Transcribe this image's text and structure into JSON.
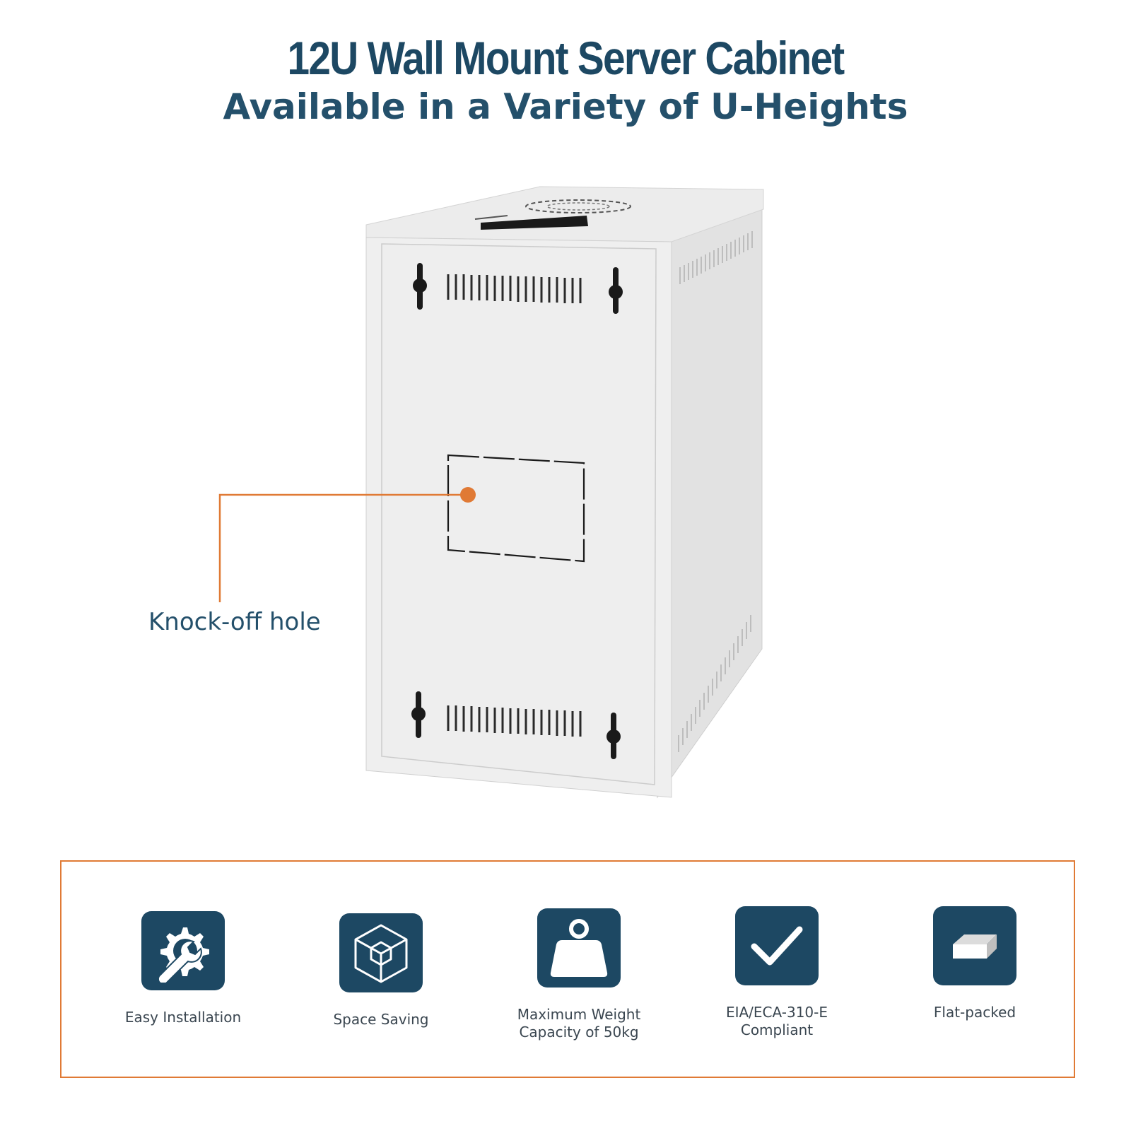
{
  "header": {
    "title": "12U Wall Mount Server Cabinet",
    "subtitle": "Available in a Variety of U-Heights"
  },
  "callout": {
    "label": "Knock-off hole",
    "color": "#e07a35"
  },
  "features": [
    {
      "icon": "gear-wrench-icon",
      "label": "Easy Installation"
    },
    {
      "icon": "cube-icon",
      "label": "Space Saving"
    },
    {
      "icon": "weight-icon",
      "label": "Maximum Weight Capacity of 50kg"
    },
    {
      "icon": "checkmark-icon",
      "label": "EIA/ECA-310-E Compliant"
    },
    {
      "icon": "flat-box-icon",
      "label": "Flat-packed"
    }
  ],
  "colors": {
    "brand": "#1d4863",
    "accent": "#e07a35",
    "text": "#3a4650"
  }
}
